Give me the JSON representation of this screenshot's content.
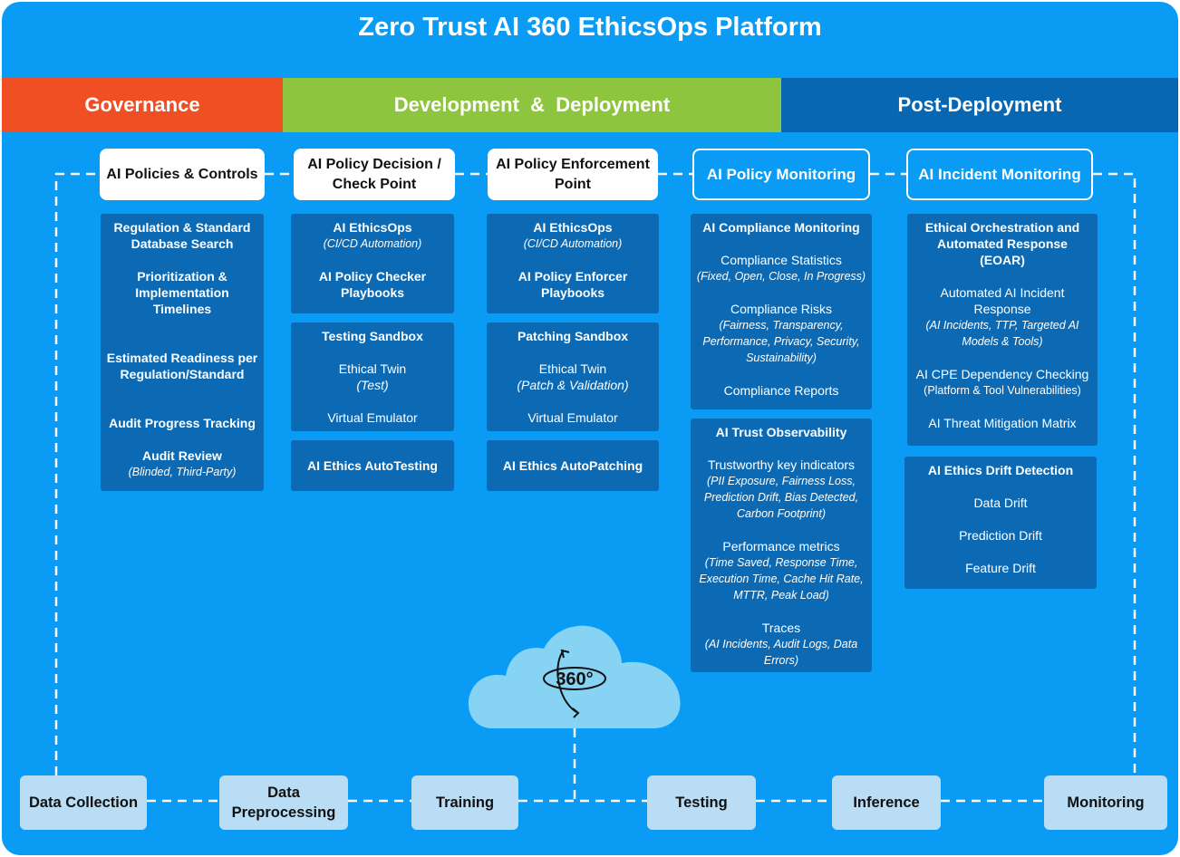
{
  "title": "Zero Trust AI 360 EthicsOps Platform",
  "bands": {
    "governance": "Governance",
    "development": "Development  &  Deployment",
    "post": "Post-Deployment"
  },
  "headers": {
    "policies": "AI Policies & Controls",
    "decision": "AI Policy Decision / Check Point",
    "enforcement": "AI Policy Enforcement Point",
    "monitoring": "AI Policy Monitoring",
    "incident": "AI Incident Monitoring"
  },
  "governance_box": {
    "item1": "Regulation & Standard Database Search",
    "item2": "Prioritization & Implementation Timelines",
    "item3": "Estimated Readiness per Regulation/Standard",
    "item4": "Audit Progress Tracking",
    "item5": "Audit Review",
    "item5_sub": "(Blinded, Third-Party)"
  },
  "decision_boxes": {
    "ethicsops": "AI EthicsOps",
    "ethicsops_sub": "(CI/CD Automation)",
    "checker": "AI Policy Checker Playbooks",
    "sandbox_title": "Testing Sandbox",
    "twin": "Ethical Twin",
    "twin_sub": "(Test)",
    "emulator": "Virtual Emulator",
    "auto": "AI Ethics AutoTesting"
  },
  "enforcement_boxes": {
    "ethicsops": "AI EthicsOps",
    "ethicsops_sub": "(CI/CD Automation)",
    "enforcer": "AI Policy Enforcer Playbooks",
    "sandbox_title": "Patching Sandbox",
    "twin": "Ethical Twin",
    "twin_sub": "(Patch & Validation)",
    "emulator": "Virtual Emulator",
    "auto": "AI Ethics AutoPatching"
  },
  "compliance_box": {
    "title": "AI Compliance Monitoring",
    "stats": "Compliance Statistics",
    "stats_sub": "(Fixed, Open, Close, In Progress)",
    "risks": "Compliance Risks",
    "risks_sub": "(Fairness, Transparency, Performance, Privacy, Security, Sustainability)",
    "reports": "Compliance Reports"
  },
  "trust_box": {
    "title": "AI Trust Observability",
    "kpi": "Trustworthy key indicators",
    "kpi_sub": "(PII Exposure, Fairness Loss, Prediction Drift, Bias Detected, Carbon Footprint)",
    "perf": "Performance metrics",
    "perf_sub": "(Time Saved, Response Time, Execution Time, Cache Hit Rate, MTTR, Peak Load)",
    "traces": "Traces",
    "traces_sub": "(AI Incidents, Audit Logs, Data Errors)"
  },
  "incident_box": {
    "title": "Ethical Orchestration and Automated Response (EOAR)",
    "auto": "Automated AI Incident Response",
    "auto_sub": "(AI Incidents, TTP, Targeted AI Models & Tools)",
    "cpe": "AI CPE Dependency Checking",
    "cpe_sub": "(Platform & Tool Vulnerabilities)",
    "matrix": "AI Threat Mitigation Matrix"
  },
  "drift_box": {
    "title": "AI Ethics Drift Detection",
    "data": "Data Drift",
    "prediction": "Prediction Drift",
    "feature": "Feature Drift"
  },
  "cloud_label": "360°",
  "stages": [
    "Data Collection",
    "Data Preprocessing",
    "Training",
    "Testing",
    "Inference",
    "Monitoring"
  ],
  "colors": {
    "background": "#0A9BF5",
    "governance": "#F04E23",
    "development": "#8DC53F",
    "post": "#0767B2",
    "box": "#0C6AB5",
    "stage": "#B8DDF5",
    "cloud": "#87D3F3"
  }
}
